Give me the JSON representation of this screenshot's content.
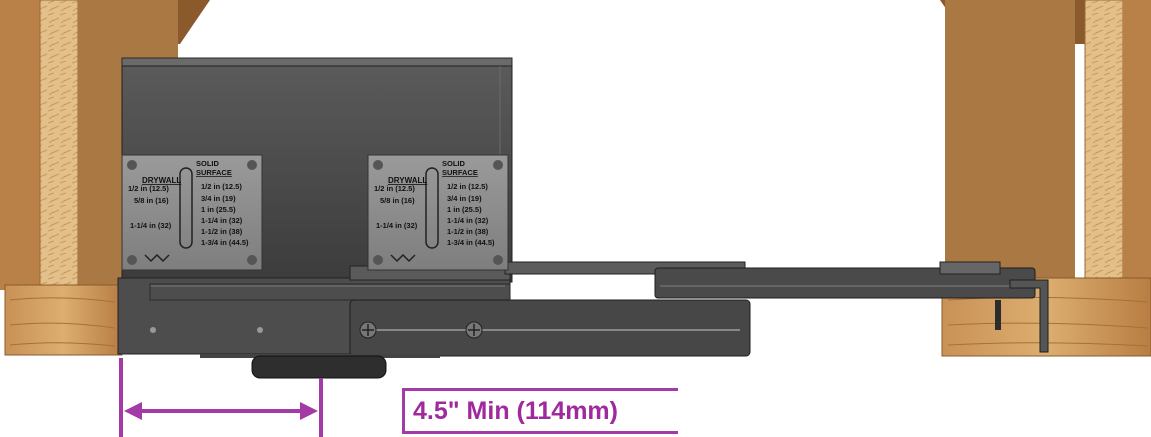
{
  "colors": {
    "accent": "#a23ba6",
    "metal": "#4a4a4a",
    "wood": "#c8945a"
  },
  "plates": [
    {
      "header_left": "DRYWALL",
      "header_right_1": "SOLID",
      "header_right_2": "SURFACE",
      "left_rows": [
        "1/2 in (12.5)",
        "5/8 in (16)",
        "1-1/4 in (32)"
      ],
      "right_rows": [
        "1/2 in (12.5)",
        "3/4 in (19)",
        "1 in (25.5)",
        "1-1/4 in (32)",
        "1-1/2 in (38)",
        "1-3/4 in (44.5)"
      ]
    },
    {
      "header_left": "DRYWALL",
      "header_right_1": "SOLID",
      "header_right_2": "SURFACE",
      "left_rows": [
        "1/2 in (12.5)",
        "5/8 in (16)",
        "1-1/4 in (32)"
      ],
      "right_rows": [
        "1/2 in (12.5)",
        "3/4 in (19)",
        "1 in (25.5)",
        "1-1/4 in (32)",
        "1-1/2 in (38)",
        "1-3/4 in (44.5)"
      ]
    }
  ],
  "dimension": {
    "label": "4.5\" Min (114mm)"
  }
}
